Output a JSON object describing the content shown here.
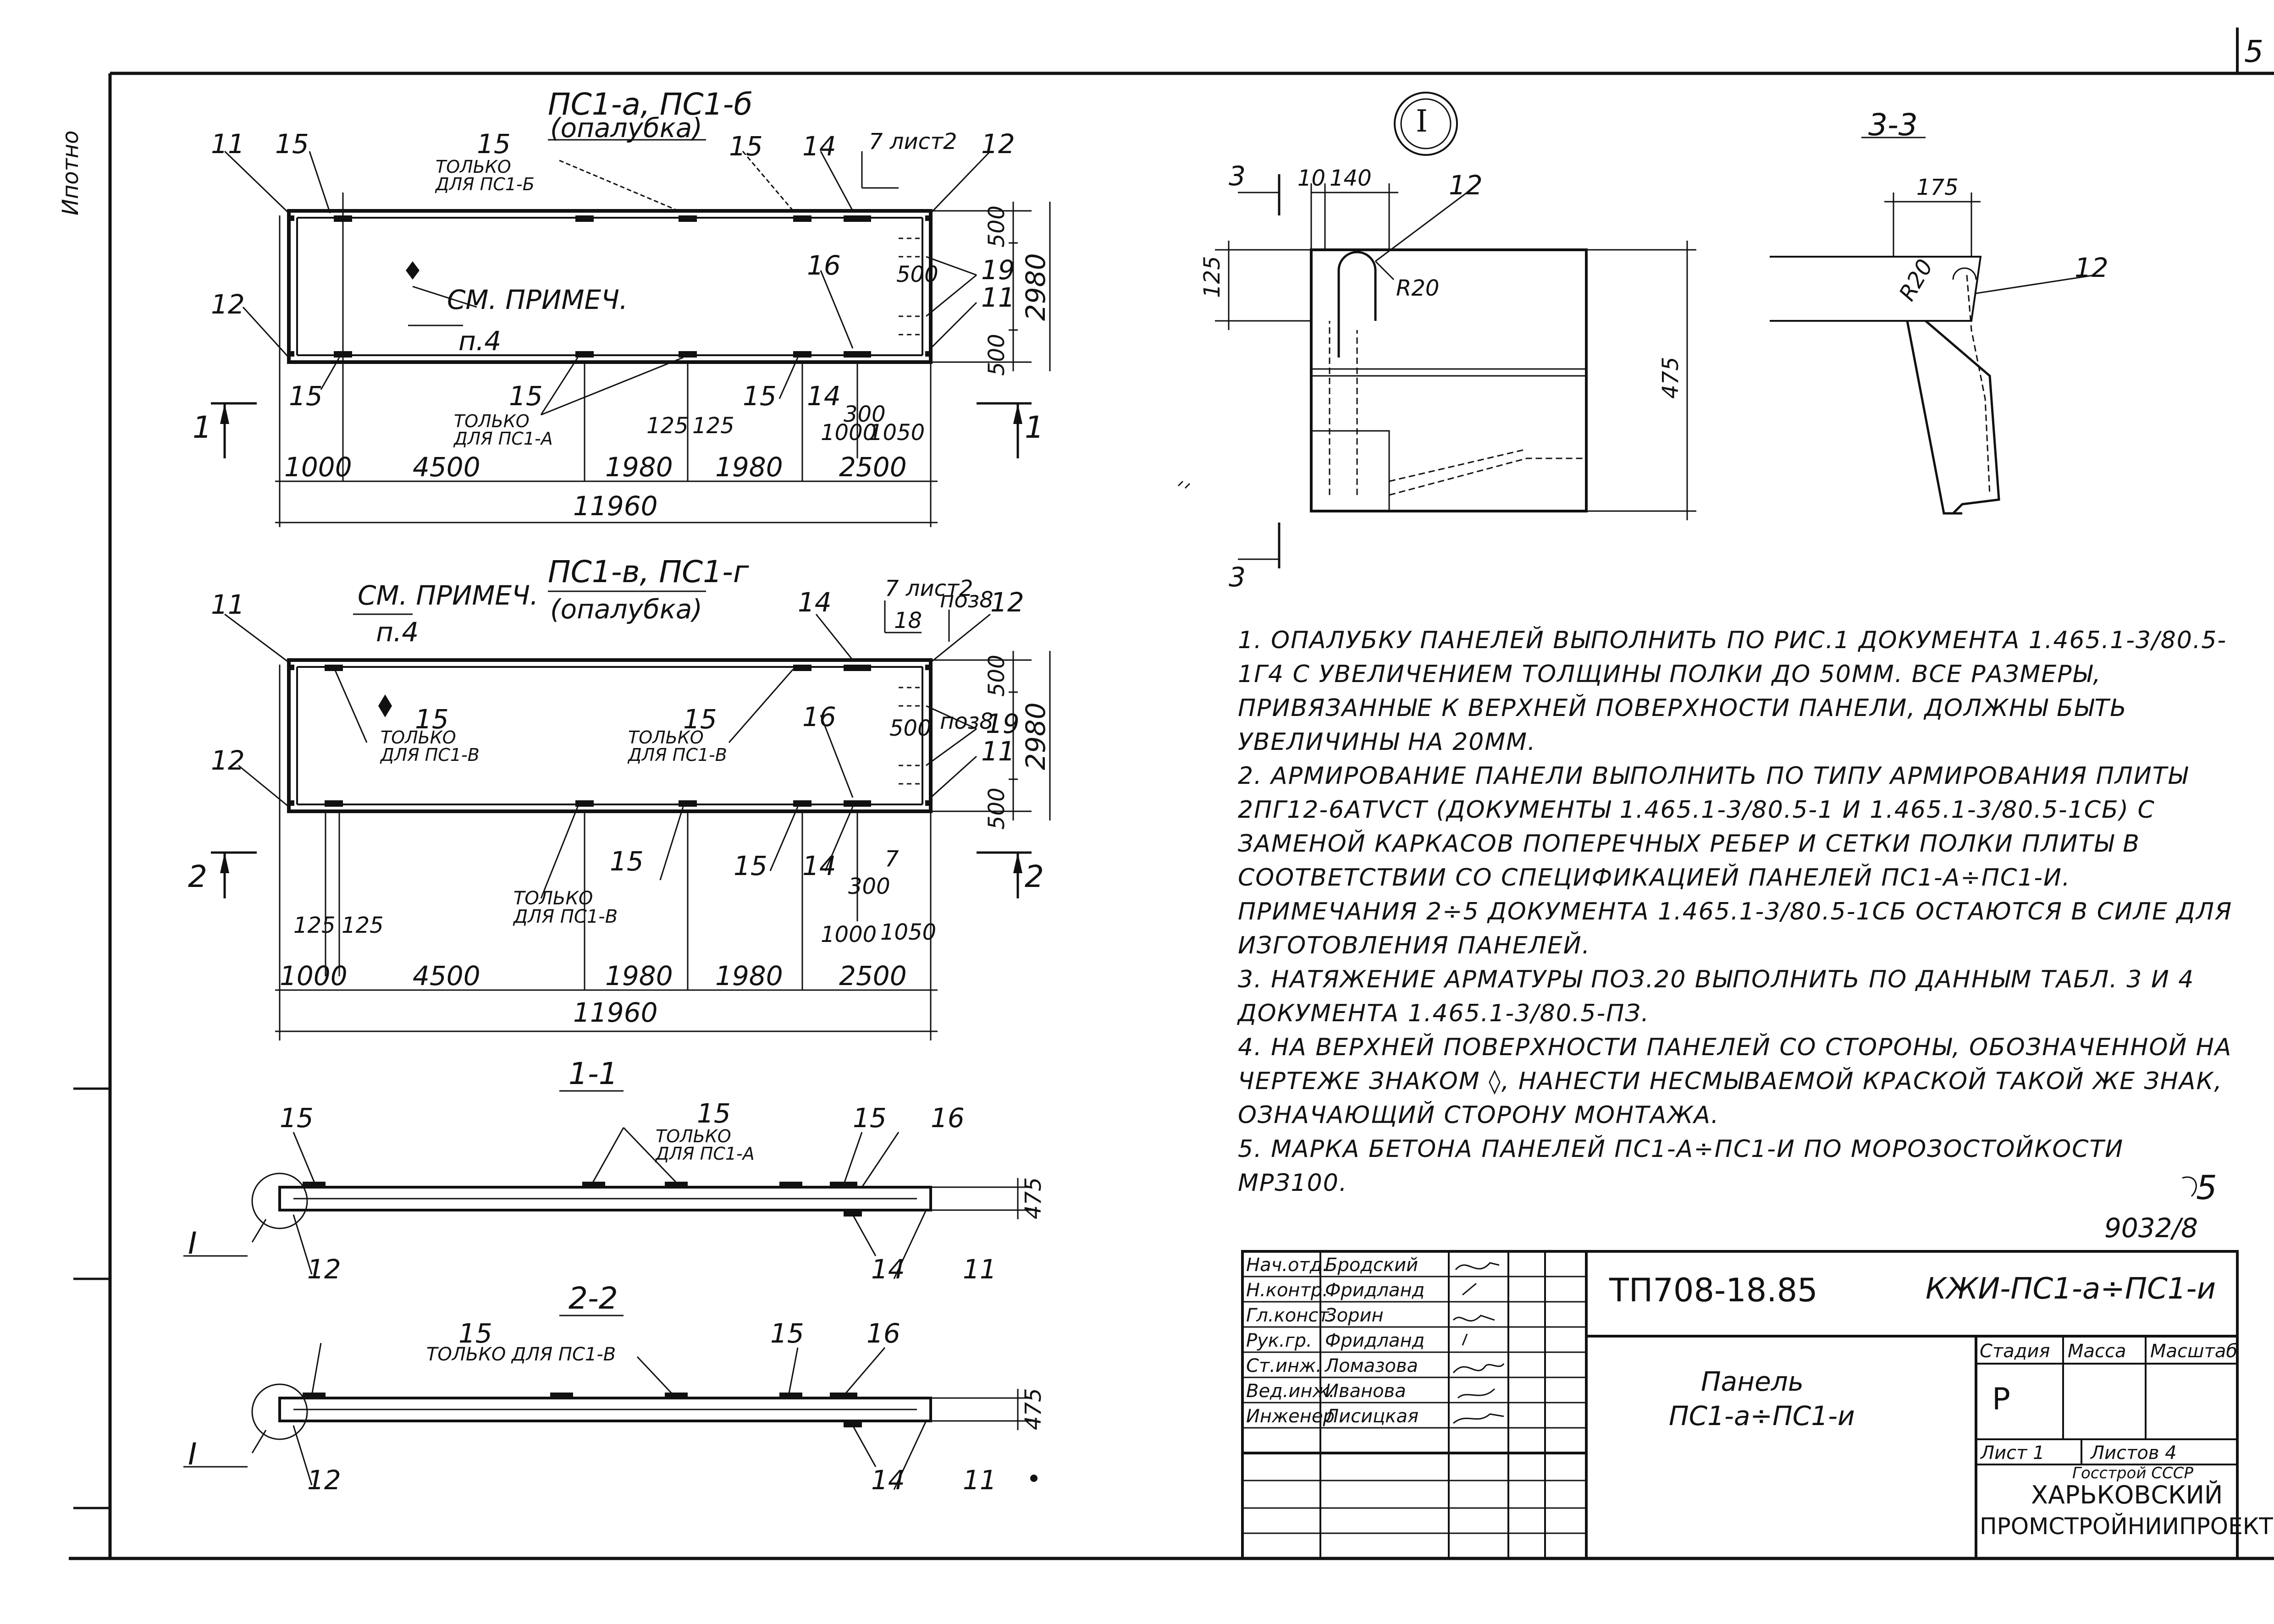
{
  "sheet_number": "5",
  "side_mark": "Ипотно",
  "top_plan": {
    "title": "ПС1-а, ПС1-б",
    "subtitle": "(опалубка)",
    "callouts": {
      "11": "11",
      "12": "12",
      "14": "14",
      "15": "15",
      "16": "16",
      "19": "19"
    },
    "only_pc1b": "только для ПС1-б",
    "only_pc1a": "только для ПС1-а",
    "see_note": "См. примеч.",
    "note_ref": "п.4",
    "sheet_ref": "7 лист2",
    "dims_bottom": [
      "1000",
      "4500",
      "1980",
      "1980",
      "2500"
    ],
    "dims_small": [
      "125",
      "125",
      "300",
      "1000",
      "1050"
    ],
    "dims_right": [
      "500",
      "500",
      "500",
      "2980"
    ],
    "total": "11960",
    "section_mark": "1"
  },
  "mid_plan": {
    "title": "ПС1-в, ПС1-г",
    "subtitle": "(опалубка)",
    "only_pc1v": "только для ПС1-в",
    "only_pc1v_b": "только для ПС1-в",
    "only_pc1v_c": "Только для ПС1-в",
    "see_note": "См. примеч.",
    "note_ref": "п.4",
    "sheet_ref": "7 лист2",
    "pos8": "поз8",
    "pos8b": "поз8",
    "dim_18": "18",
    "dim_7": "7",
    "dims_bottom": [
      "1000",
      "4500",
      "1980",
      "1980",
      "2500"
    ],
    "dims_small": [
      "125",
      "125",
      "300",
      "1000",
      "1050"
    ],
    "dims_right": [
      "500",
      "500",
      "500",
      "2980"
    ],
    "total": "11960",
    "section_mark": "2"
  },
  "section_11": {
    "title": "1-1",
    "only": "только для ПС1-а",
    "height": "475",
    "node": "I"
  },
  "section_22": {
    "title": "2-2",
    "only": "только для ПС1-в",
    "height": "475",
    "node": "I"
  },
  "detail_I": {
    "title": "I",
    "dims": [
      "10",
      "140",
      "125",
      "475"
    ],
    "radius": "R20",
    "callout": "12",
    "section_mark": "3"
  },
  "section_33": {
    "title": "3-3",
    "dim": "175",
    "radius": "R20",
    "callout": "12"
  },
  "notes": [
    "1. Опалубку панелей выполнить по рис.1 документа 1.465.1-3/80.5-1Г4 с увеличением толщины полки до 50мм. Все размеры, привязанные к верхней поверхности панели, должны быть увеличины на 20мм.",
    "2. Армирование панели выполнить по типу армирования плиты 2ПГ12-6АтVСТ (документы 1.465.1-3/80.5-1 и 1.465.1-3/80.5-1СБ) с заменой каркасов поперечных ребер и сетки полки плиты в соответствии со спецификацией панелей ПС1-а÷ПС1-и. Примечания 2÷5 документа 1.465.1-3/80.5-1СБ остаются в силе для изготовления панелей.",
    "3. Натяжение арматуры поз.20 выполнить по данным табл. 3 и 4 документа 1.465.1-3/80.5-ПЗ.",
    "4. На верхней поверхности панелей со стороны, обозначенной на чертеже знаком ◊, нанести несмываемой краской такой же знак, означающий сторону монтажа.",
    "5. Марка бетона панелей ПС1-а÷ПС1-и по морозостойкости Мрз100."
  ],
  "doc_number": "9032/8",
  "page_mark": "5",
  "title_block": {
    "roles": [
      "Нач.отд.",
      "Н.контр.",
      "Гл.конст.",
      "Рук.гр.",
      "Ст.инж.",
      "Вед.инж.",
      "Инженер"
    ],
    "names": [
      "Бродский",
      "Фридланд",
      "Зорин",
      "Фридланд",
      "Ломазова",
      "Иванова",
      "Лисицкая"
    ],
    "code": "ТП708-18.85",
    "mark": "КЖИ-ПС1-а÷ПС1-и",
    "product": "Панель",
    "product_range": "ПС1-а÷ПС1-и",
    "h_stage": "Стадия",
    "h_mass": "Масса",
    "h_scale": "Масштаб",
    "stage": "Р",
    "sheet": "Лист 1",
    "sheets": "Листов 4",
    "org1": "Госстрой СССР",
    "org2": "ХАРЬКОВСКИЙ",
    "org3": "ПРОМСТРОЙНИИПРОЕКТ"
  }
}
